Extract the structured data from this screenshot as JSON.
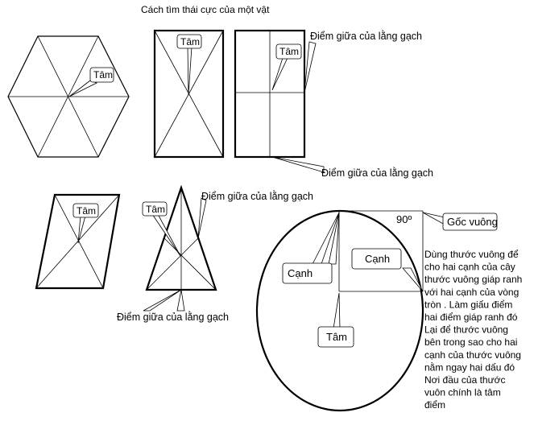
{
  "title": "Cách tìm thái cực của một vật",
  "labels": {
    "center": "Tâm",
    "midpoint_slash": "Điểm giữa của lằng gạch",
    "right_angle": "Gốc vuông",
    "degree": "90º",
    "edge": "Cạnh"
  },
  "instructions": [
    "Dùng thước vuông để",
    "cho hai cạnh của cây",
    "thước vuông giáp ranh",
    "với hai cạnh của vòng",
    "tròn .  Làm giấu điểm",
    "hai điểm giáp ranh đó",
    "Lại để thước vuông",
    "bên trong sao cho hai",
    "cạnh của thước vuông",
    "nằm ngay hai dấu đó",
    "Nơi đầu của thước",
    "vuôn chính là tâm",
    "điểm"
  ]
}
